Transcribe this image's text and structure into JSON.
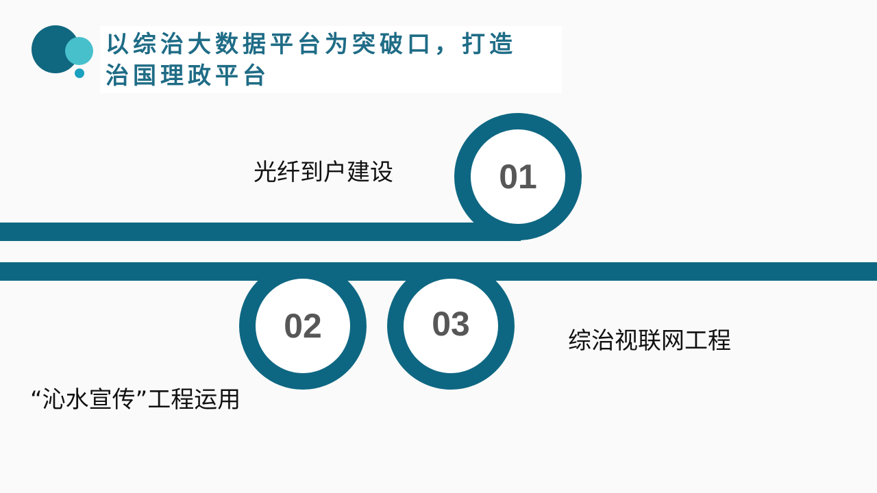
{
  "title": {
    "line1": "以综治大数据平台为突破口，打造",
    "line2": "治国理政平台"
  },
  "steps": [
    {
      "number": "01",
      "label": "光纤到户建设"
    },
    {
      "number": "02",
      "label": "“沁水宣传”工程运用"
    },
    {
      "number": "03",
      "label": "综治视联网工程"
    }
  ],
  "colors": {
    "primary": "#0e6782",
    "accent": "#47c0cc",
    "title": "#1f6c86",
    "number": "#575757"
  }
}
